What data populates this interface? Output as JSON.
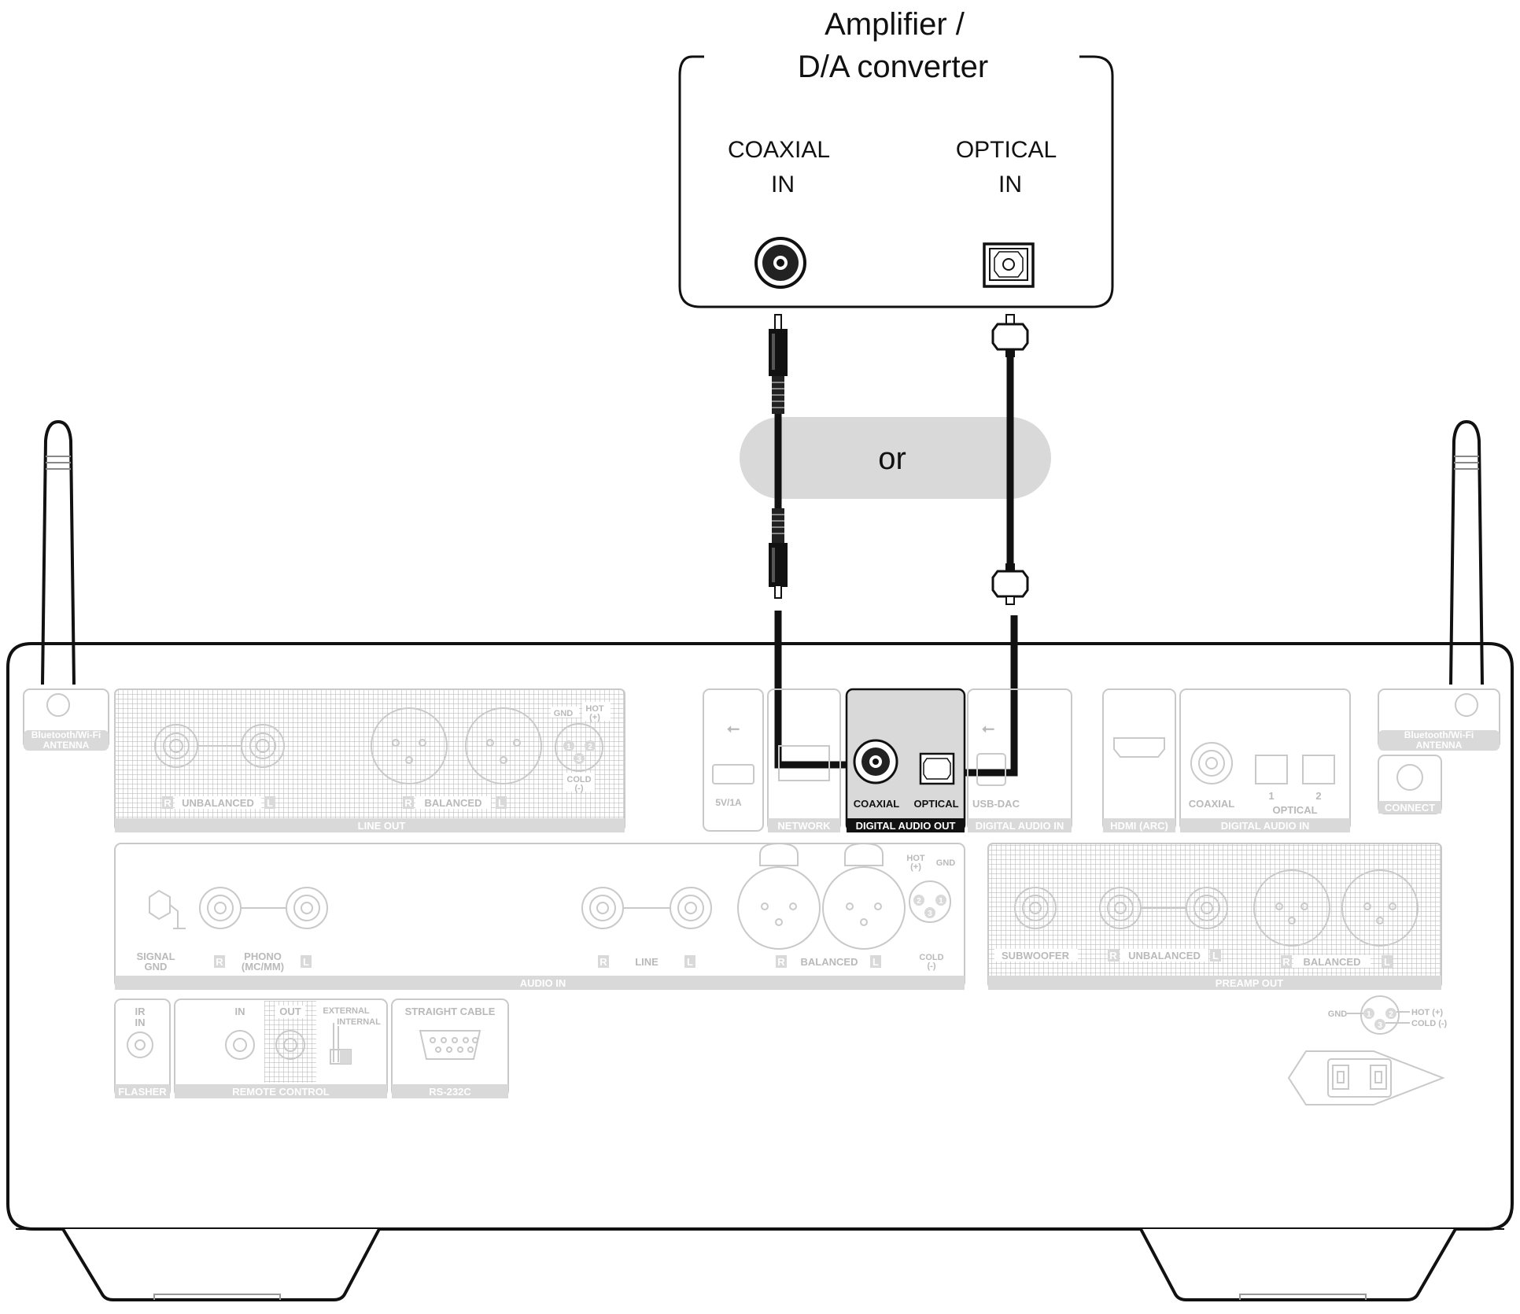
{
  "device": {
    "title_line1": "Amplifier /",
    "title_line2": "D/A converter",
    "coaxial_in_line1": "COAXIAL",
    "coaxial_in_line2": "IN",
    "optical_in_line1": "OPTICAL",
    "optical_in_line2": "IN"
  },
  "or_label": "or",
  "panel": {
    "antenna_left_1": "Bluetooth/Wi-Fi",
    "antenna_left_2": "ANTENNA",
    "antenna_right_1": "Bluetooth/Wi-Fi",
    "antenna_right_2": "ANTENNA",
    "line_out": "LINE OUT",
    "unbalanced": "UNBALANCED",
    "balanced": "BALANCED",
    "r": "R",
    "l": "L",
    "gnd": "GND",
    "hot": "HOT",
    "plus": "(+)",
    "cold": "COLD",
    "minus": "(-)",
    "usb_power": "5V/1A",
    "network": "NETWORK",
    "coaxial_out": "COAXIAL",
    "optical_out": "OPTICAL",
    "digital_audio_out": "DIGITAL AUDIO OUT",
    "usb_dac": "USB-DAC",
    "digital_audio_in": "DIGITAL AUDIO IN",
    "hdmi_arc": "HDMI (ARC)",
    "coaxial_in": "COAXIAL",
    "optical_in": "OPTICAL",
    "optical_1": "1",
    "optical_2": "2",
    "digital_audio_in_2": "DIGITAL AUDIO IN",
    "connect": "CONNECT",
    "signal_gnd_1": "SIGNAL",
    "signal_gnd_2": "GND",
    "phono_1": "PHONO",
    "phono_2": "(MC/MM)",
    "line": "LINE",
    "audio_in": "AUDIO IN",
    "subwoofer": "SUBWOOFER",
    "preamp_out": "PREAMP OUT",
    "ir_in_1": "IR",
    "ir_in_2": "IN",
    "flasher": "FLASHER",
    "rc_in": "IN",
    "rc_out": "OUT",
    "external": "EXTERNAL",
    "internal": "INTERNAL",
    "remote_control": "REMOTE CONTROL",
    "straight_cable": "STRAIGHT CABLE",
    "rs232c": "RS-232C",
    "hot_plus": "HOT (+)",
    "cold_minus": "COLD (-)",
    "pin1": "1",
    "pin2": "2",
    "pin3": "3"
  }
}
